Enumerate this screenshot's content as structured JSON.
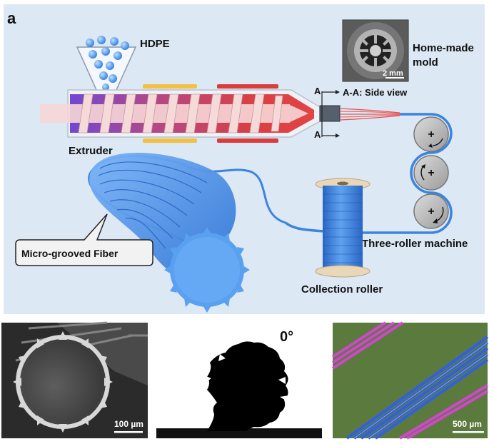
{
  "panel_label": "a",
  "labels": {
    "hdpe": "HDPE",
    "mold_line1": "Home-made",
    "mold_line2": "mold",
    "mold_scale": "2 mm",
    "section_marker_top": "A",
    "section_marker_bottom": "A",
    "side_view": "A-A: Side view",
    "extruder": "Extruder",
    "micro_grooved_fiber": "Micro-grooved Fiber",
    "three_roller_machine": "Three-roller machine",
    "collection_roller": "Collection roller"
  },
  "bottom_panels": {
    "sem_scale": "100 µm",
    "contact_angle": "0°",
    "micro_scale": "500 µm"
  },
  "colors": {
    "background": "#dce8f4",
    "fiber_blue": "#3b84e0",
    "heater_yellow": "#f2c043",
    "heater_red": "#dc3b3b",
    "magenta_fiber": "#e040e0"
  }
}
